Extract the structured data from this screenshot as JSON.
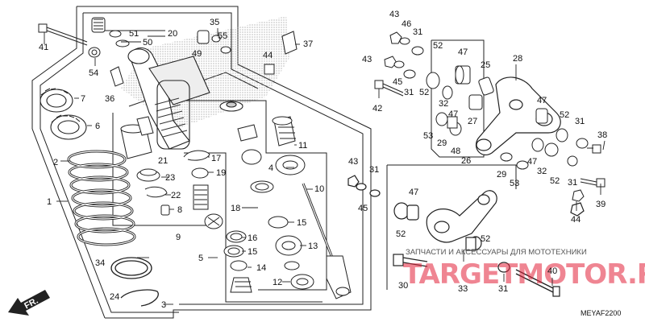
{
  "diagram": {
    "code": "MEYAF2200",
    "direction_tag": "FR.",
    "watermark_line1": "ЗАПЧАСТИ И АКСЕССУАРЫ ДЛЯ МОТОТЕХНИКИ",
    "watermark_line2": "TARGETMOTOR.RU",
    "parts": [
      {
        "id": "p41",
        "n": "41"
      },
      {
        "id": "p51",
        "n": "51"
      },
      {
        "id": "p50",
        "n": "50"
      },
      {
        "id": "p20",
        "n": "20"
      },
      {
        "id": "p35",
        "n": "35"
      },
      {
        "id": "p55",
        "n": "55"
      },
      {
        "id": "p49",
        "n": "49"
      },
      {
        "id": "p37",
        "n": "37"
      },
      {
        "id": "p54",
        "n": "54"
      },
      {
        "id": "p36",
        "n": "36"
      },
      {
        "id": "p44a",
        "n": "44"
      },
      {
        "id": "p7",
        "n": "7"
      },
      {
        "id": "p6",
        "n": "6"
      },
      {
        "id": "p2",
        "n": "2"
      },
      {
        "id": "p1",
        "n": "1"
      },
      {
        "id": "p21",
        "n": "21"
      },
      {
        "id": "p23",
        "n": "23"
      },
      {
        "id": "p22",
        "n": "22"
      },
      {
        "id": "p8",
        "n": "8"
      },
      {
        "id": "p9",
        "n": "9"
      },
      {
        "id": "p17",
        "n": "17"
      },
      {
        "id": "p19",
        "n": "19"
      },
      {
        "id": "p18",
        "n": "18"
      },
      {
        "id": "p16",
        "n": "16"
      },
      {
        "id": "p15a",
        "n": "15"
      },
      {
        "id": "p5",
        "n": "5"
      },
      {
        "id": "p14",
        "n": "14"
      },
      {
        "id": "p34",
        "n": "34"
      },
      {
        "id": "p24",
        "n": "24"
      },
      {
        "id": "p3",
        "n": "3"
      },
      {
        "id": "p11",
        "n": "11"
      },
      {
        "id": "p4",
        "n": "4"
      },
      {
        "id": "p10",
        "n": "10"
      },
      {
        "id": "p15b",
        "n": "15"
      },
      {
        "id": "p13",
        "n": "13"
      },
      {
        "id": "p12",
        "n": "12"
      },
      {
        "id": "p43a",
        "n": "43"
      },
      {
        "id": "p46",
        "n": "46"
      },
      {
        "id": "p31a",
        "n": "31"
      },
      {
        "id": "p43b",
        "n": "43"
      },
      {
        "id": "p45a",
        "n": "45"
      },
      {
        "id": "p31b",
        "n": "31"
      },
      {
        "id": "p42",
        "n": "42"
      },
      {
        "id": "p52a",
        "n": "52"
      },
      {
        "id": "p47a",
        "n": "47"
      },
      {
        "id": "p25",
        "n": "25"
      },
      {
        "id": "p28",
        "n": "28"
      },
      {
        "id": "p52b",
        "n": "52"
      },
      {
        "id": "p32a",
        "n": "32"
      },
      {
        "id": "p47b",
        "n": "47"
      },
      {
        "id": "p27",
        "n": "27"
      },
      {
        "id": "p53a",
        "n": "53"
      },
      {
        "id": "p29a",
        "n": "29"
      },
      {
        "id": "p48",
        "n": "48"
      },
      {
        "id": "p26",
        "n": "26"
      },
      {
        "id": "p47c",
        "n": "47"
      },
      {
        "id": "p52c",
        "n": "52"
      },
      {
        "id": "p31c",
        "n": "31"
      },
      {
        "id": "p38",
        "n": "38"
      },
      {
        "id": "p47d",
        "n": "47"
      },
      {
        "id": "p32b",
        "n": "32"
      },
      {
        "id": "p52d",
        "n": "52"
      },
      {
        "id": "p29b",
        "n": "29"
      },
      {
        "id": "p53b",
        "n": "53"
      },
      {
        "id": "p31d",
        "n": "31"
      },
      {
        "id": "p39",
        "n": "39"
      },
      {
        "id": "p43c",
        "n": "43"
      },
      {
        "id": "p31e",
        "n": "31"
      },
      {
        "id": "p45b",
        "n": "45"
      },
      {
        "id": "p44b",
        "n": "44"
      },
      {
        "id": "p47e",
        "n": "47"
      },
      {
        "id": "p52e",
        "n": "52"
      },
      {
        "id": "p52f",
        "n": "52"
      },
      {
        "id": "p40",
        "n": "40"
      },
      {
        "id": "p30",
        "n": "30"
      },
      {
        "id": "p33",
        "n": "33"
      },
      {
        "id": "p31f",
        "n": "31"
      }
    ]
  }
}
